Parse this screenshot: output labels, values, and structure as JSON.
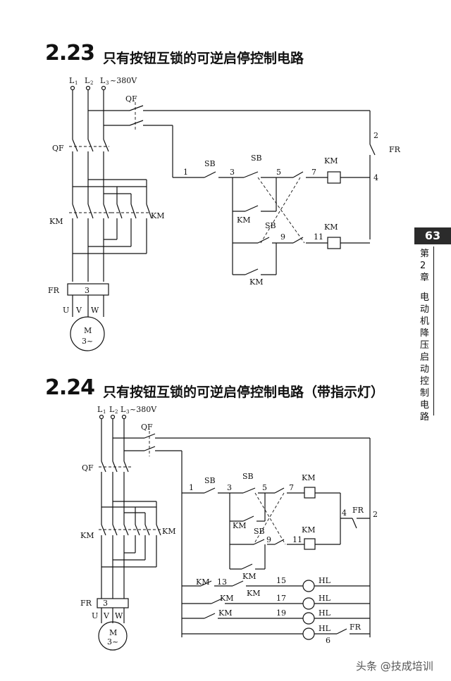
{
  "section1": {
    "number": "2.23",
    "title": "只有按钮互锁的可逆启停控制电路"
  },
  "section2": {
    "number": "2.24",
    "title": "只有按钮互锁的可逆启停控制电路（带指示灯）"
  },
  "sidebar": {
    "page_number": "63",
    "chapter": "第2章",
    "chapter_title": "电动机降压启动控制电路"
  },
  "watermark": "头条 @技成培训",
  "labels": {
    "L1": "L",
    "L2": "L",
    "L3": "L",
    "sub1": "1",
    "sub2": "2",
    "sub3": "3",
    "voltage": "~380V",
    "QF": "QF",
    "KM": "KM",
    "FR": "FR",
    "SB": "SB",
    "HL": "HL",
    "U": "U",
    "V": "V",
    "W": "W",
    "M": "M",
    "M3": "3~",
    "fr_box": "3",
    "n1": "1",
    "n2": "2",
    "n3": "3",
    "n4": "4",
    "n5": "5",
    "n6": "6",
    "n7": "7",
    "n9": "9",
    "n11": "11",
    "n13": "13",
    "n15": "15",
    "n17": "17",
    "n19": "19"
  }
}
